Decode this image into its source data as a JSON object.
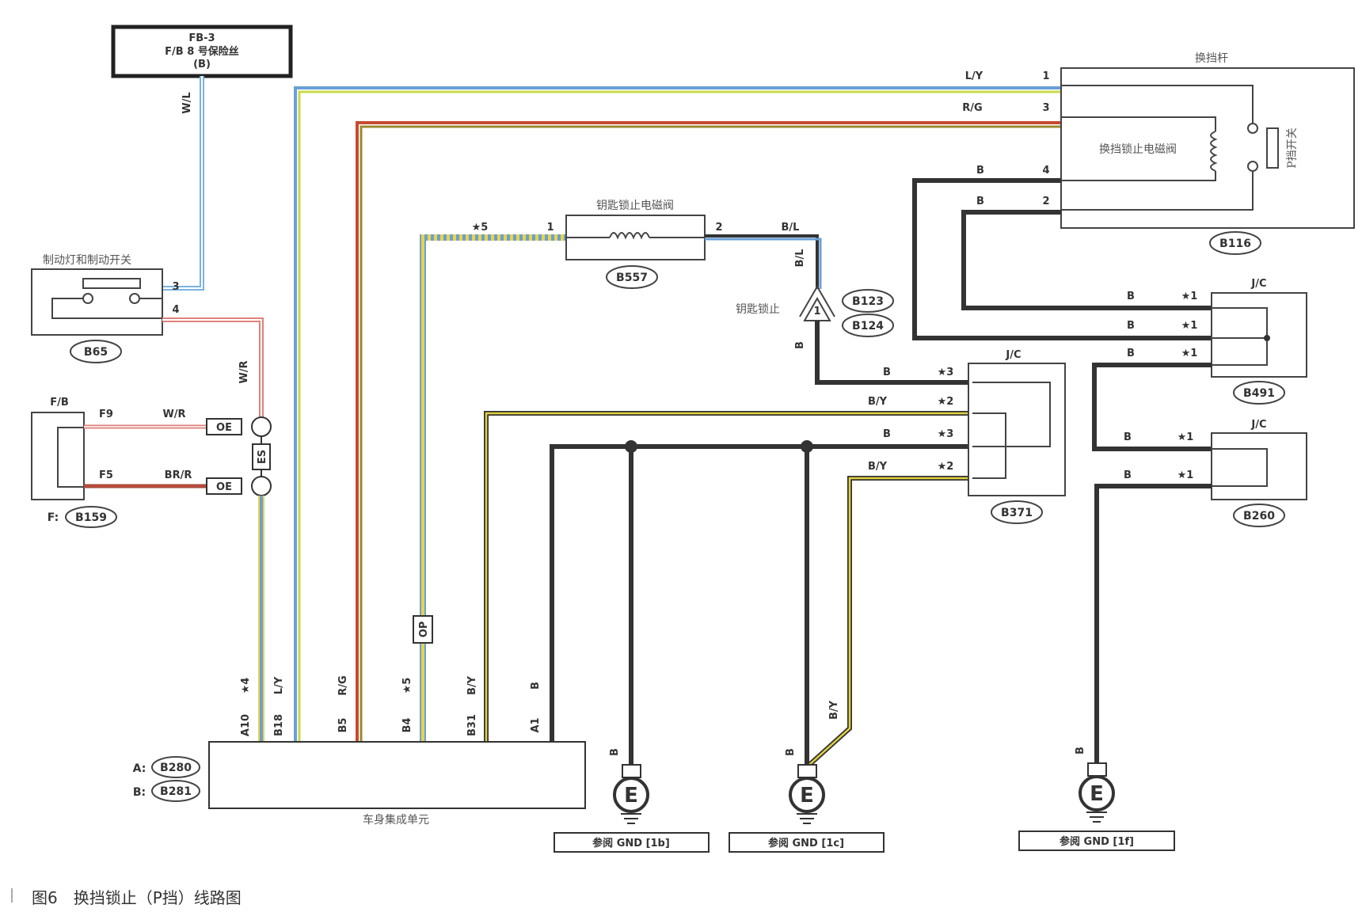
{
  "caption": "图6　换挡锁止（P挡）线路图",
  "fuse": {
    "line1": "FB-3",
    "line2": "F/B 8 号保险丝",
    "line3": "(B)"
  },
  "brake_switch": {
    "title": "制动灯和制动开关",
    "connector": "B65",
    "pin3": "3",
    "pin4": "4"
  },
  "fuse_box": {
    "title": "F/B",
    "connector_prefix": "F:",
    "connector": "B159",
    "pin_f9": "F9",
    "pin_f5": "F5",
    "wire_f9": "W/R",
    "wire_f5": "BR/R",
    "oe1": "OE",
    "oe2": "OE",
    "es": "ES"
  },
  "bcu": {
    "title": "车身集成单元",
    "prefix_a": "A:",
    "prefix_b": "B:",
    "connector_a": "B280",
    "connector_b": "B281",
    "pins": [
      {
        "pin": "A10",
        "wire": "★4"
      },
      {
        "pin": "B18",
        "wire": "L/Y"
      },
      {
        "pin": "B5",
        "wire": "R/G"
      },
      {
        "pin": "B4",
        "wire": "★5"
      },
      {
        "pin": "B31",
        "wire": "B/Y"
      },
      {
        "pin": "A1",
        "wire": "B"
      }
    ]
  },
  "key_solenoid": {
    "title": "钥匙锁止电磁阀",
    "connector": "B557",
    "pin1": "1",
    "pin2": "2",
    "wire_in": "★5",
    "wire_out": "B/L"
  },
  "key_lock": {
    "label": "钥匙锁止",
    "conn1": "B123",
    "conn2": "B124",
    "pin": "1",
    "wire_top": "B/L",
    "wire_bottom": "B"
  },
  "shift_lever": {
    "title": "换挡杆",
    "solenoid": "换挡锁止电磁阀",
    "p_switch": "P挡开关",
    "connector": "B116",
    "pins": [
      {
        "pin": "1",
        "wire": "L/Y"
      },
      {
        "pin": "3",
        "wire": "R/G"
      },
      {
        "pin": "4",
        "wire": "B"
      },
      {
        "pin": "2",
        "wire": "B"
      }
    ]
  },
  "jc_b371": {
    "title": "J/C",
    "connector": "B371",
    "rows": [
      {
        "wire": "B",
        "tag": "★3"
      },
      {
        "wire": "B/Y",
        "tag": "★2"
      },
      {
        "wire": "B",
        "tag": "★3"
      },
      {
        "wire": "B/Y",
        "tag": "★2"
      }
    ]
  },
  "jc_b491": {
    "title": "J/C",
    "connector": "B491",
    "rows": [
      {
        "wire": "B",
        "tag": "★1"
      },
      {
        "wire": "B",
        "tag": "★1"
      },
      {
        "wire": "B",
        "tag": "★1"
      }
    ]
  },
  "jc_b260": {
    "title": "J/C",
    "connector": "B260",
    "rows": [
      {
        "wire": "B",
        "tag": "★1"
      },
      {
        "wire": "B",
        "tag": "★1"
      }
    ]
  },
  "op": "OP",
  "wl_wire": "W/L",
  "wr_wire": "W/R",
  "grounds": [
    {
      "wire": "B",
      "symbol": "E",
      "ref": "参阅 GND [1b]"
    },
    {
      "wire": "B",
      "symbol": "E",
      "ref": "参阅 GND [1c]",
      "wire2": "B/Y"
    },
    {
      "wire": "B",
      "symbol": "E",
      "ref": "参阅 GND [1f]"
    }
  ]
}
